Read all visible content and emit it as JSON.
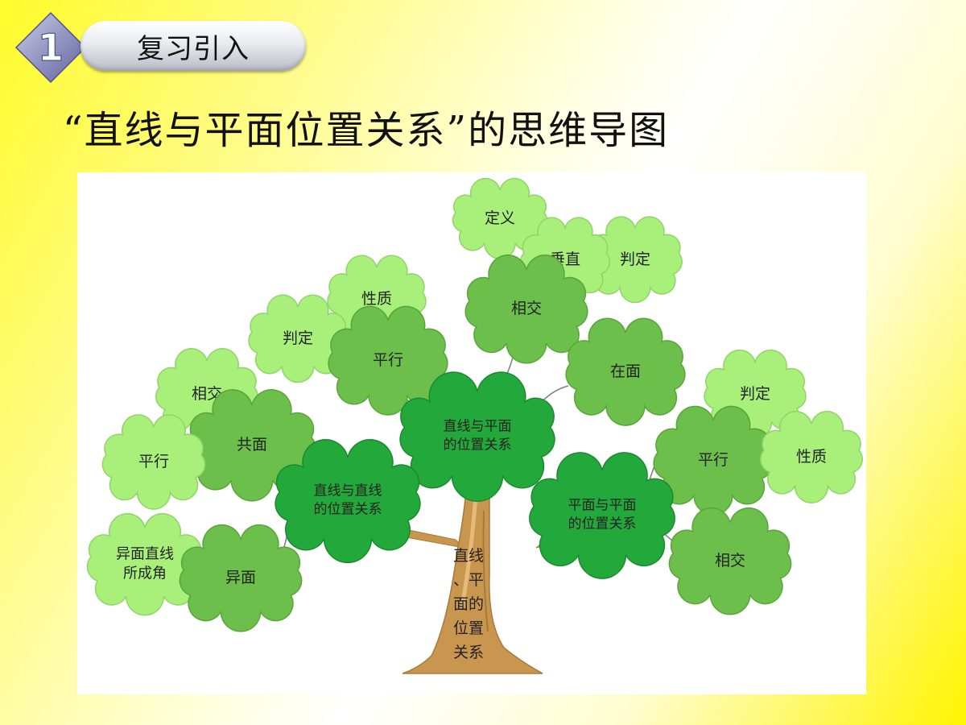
{
  "header": {
    "section_number": "1",
    "section_title": "复习引入"
  },
  "page": {
    "title": "“直线与平面位置关系”的思维导图"
  },
  "tree": {
    "trunk_label": [
      "直线",
      "、平",
      "面的",
      "位置",
      "关系"
    ],
    "clouds": {
      "center": [
        "直线与平面",
        "的位置关系"
      ],
      "left_main": [
        "直线与直线",
        "的位置关系"
      ],
      "right_main": [
        "平面与平面",
        "的位置关系"
      ],
      "coplanar": [
        "共面"
      ],
      "skew": [
        "异面"
      ],
      "coplanar_intersect": [
        "相交"
      ],
      "coplanar_parallel": [
        "平行"
      ],
      "skew_angle": [
        "异面直线",
        "所成角"
      ],
      "lp_parallel": [
        "平行"
      ],
      "lp_parallel_judge": [
        "判定"
      ],
      "lp_parallel_property": [
        "性质"
      ],
      "lp_intersect": [
        "相交"
      ],
      "lp_definition": [
        "定义"
      ],
      "lp_perpendicular": [
        "垂直"
      ],
      "lp_perp_judge": [
        "判定"
      ],
      "lp_in_plane": [
        "在面"
      ],
      "pp_parallel": [
        "平行"
      ],
      "pp_parallel_judge": [
        "判定"
      ],
      "pp_parallel_property": [
        "性质"
      ],
      "pp_intersect": [
        "相交"
      ]
    }
  },
  "colors": {
    "dark_green": "#23a83b",
    "mid_green": "#6bbf4a",
    "light_green": "#a8f07a",
    "trunk": "#c8964e",
    "pill_silver": "#d9dbe0",
    "badge_purple": "#7e7fb8"
  }
}
